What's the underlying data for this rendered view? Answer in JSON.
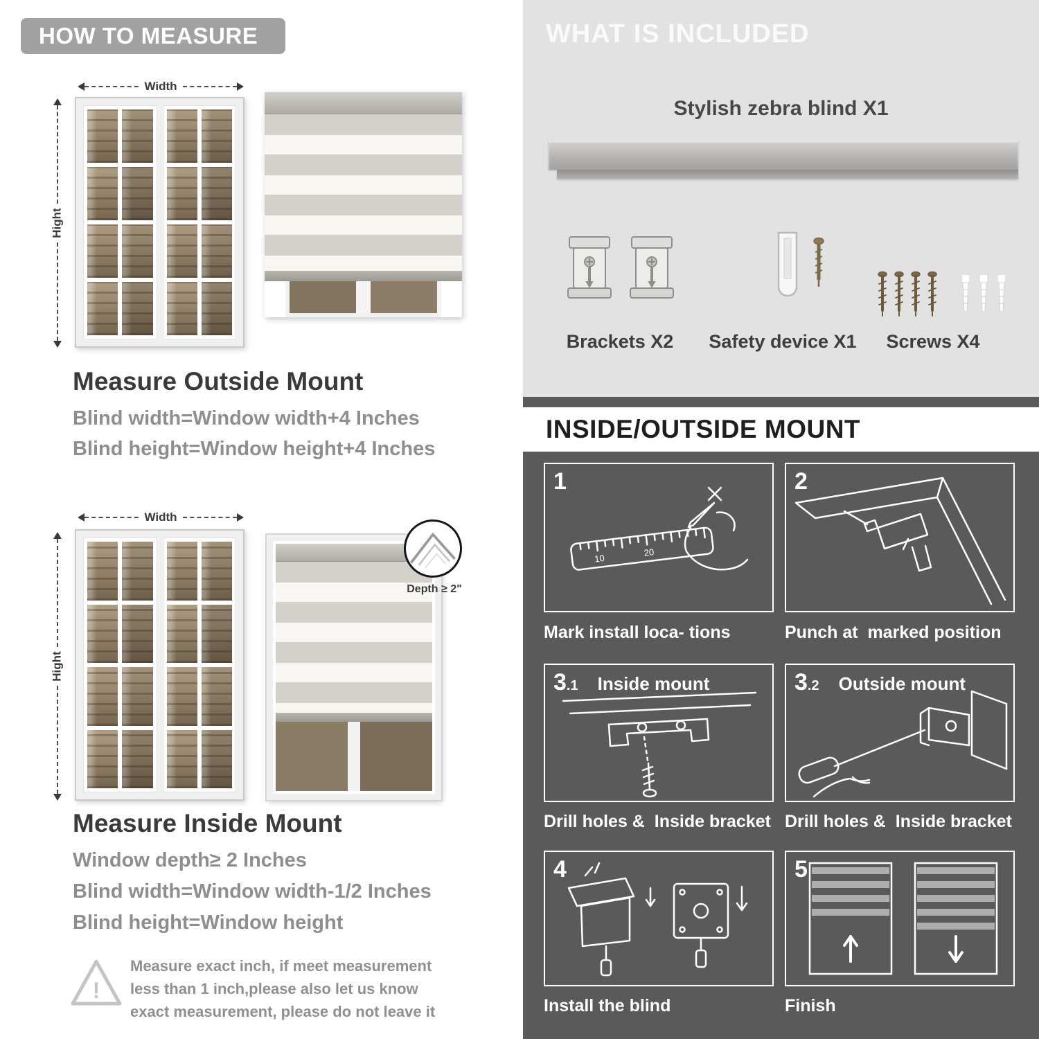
{
  "colors": {
    "pill_gray": "#a2a2a2",
    "light_panel": "#e2e2e2",
    "dark_panel": "#5a5a5a",
    "heading_dark": "#3a3a3a",
    "body_gray": "#8e8e8e"
  },
  "how_to_measure": {
    "header": "HOW TO MEASURE",
    "outside": {
      "width_label": "Width",
      "height_label": "Hight",
      "heading": "Measure Outside Mount",
      "lines": [
        "Blind width=Window width+4 Inches",
        "Blind height=Window height+4 Inches"
      ]
    },
    "inside": {
      "width_label": "Width",
      "height_label": "Hight",
      "depth_callout": "Depth ≥ 2\"",
      "heading": "Measure Inside Mount",
      "lines": [
        "Window depth≥ 2 Inches",
        "Blind width=Window width-1/2 Inches",
        "Blind height=Window height"
      ]
    },
    "note": "Measure exact inch, if meet measurement less than 1 inch,please also let us know exact measurement, please do not leave it"
  },
  "included": {
    "header": "WHAT IS INCLUDED",
    "blind_label": "Stylish zebra blind X1",
    "items": [
      {
        "label": "Brackets X2"
      },
      {
        "label": "Safety device X1"
      },
      {
        "label": "Screws X4"
      }
    ]
  },
  "mount_steps": {
    "header": "INSIDE/OUTSIDE MOUNT",
    "steps": [
      {
        "num": "1",
        "sub": "",
        "title": "",
        "caption": "Mark install loca- tions"
      },
      {
        "num": "2",
        "sub": "",
        "title": "",
        "caption": "Punch at  marked position"
      },
      {
        "num": "3",
        "sub": ".1",
        "title": "Inside mount",
        "caption": "Drill holes &  Inside bracket"
      },
      {
        "num": "3",
        "sub": ".2",
        "title": "Outside mount",
        "caption": "Drill holes &  Inside bracket"
      },
      {
        "num": "4",
        "sub": "",
        "title": "",
        "caption": "Install the blind"
      },
      {
        "num": "5",
        "sub": "",
        "title": "",
        "caption": "Finish"
      }
    ]
  }
}
